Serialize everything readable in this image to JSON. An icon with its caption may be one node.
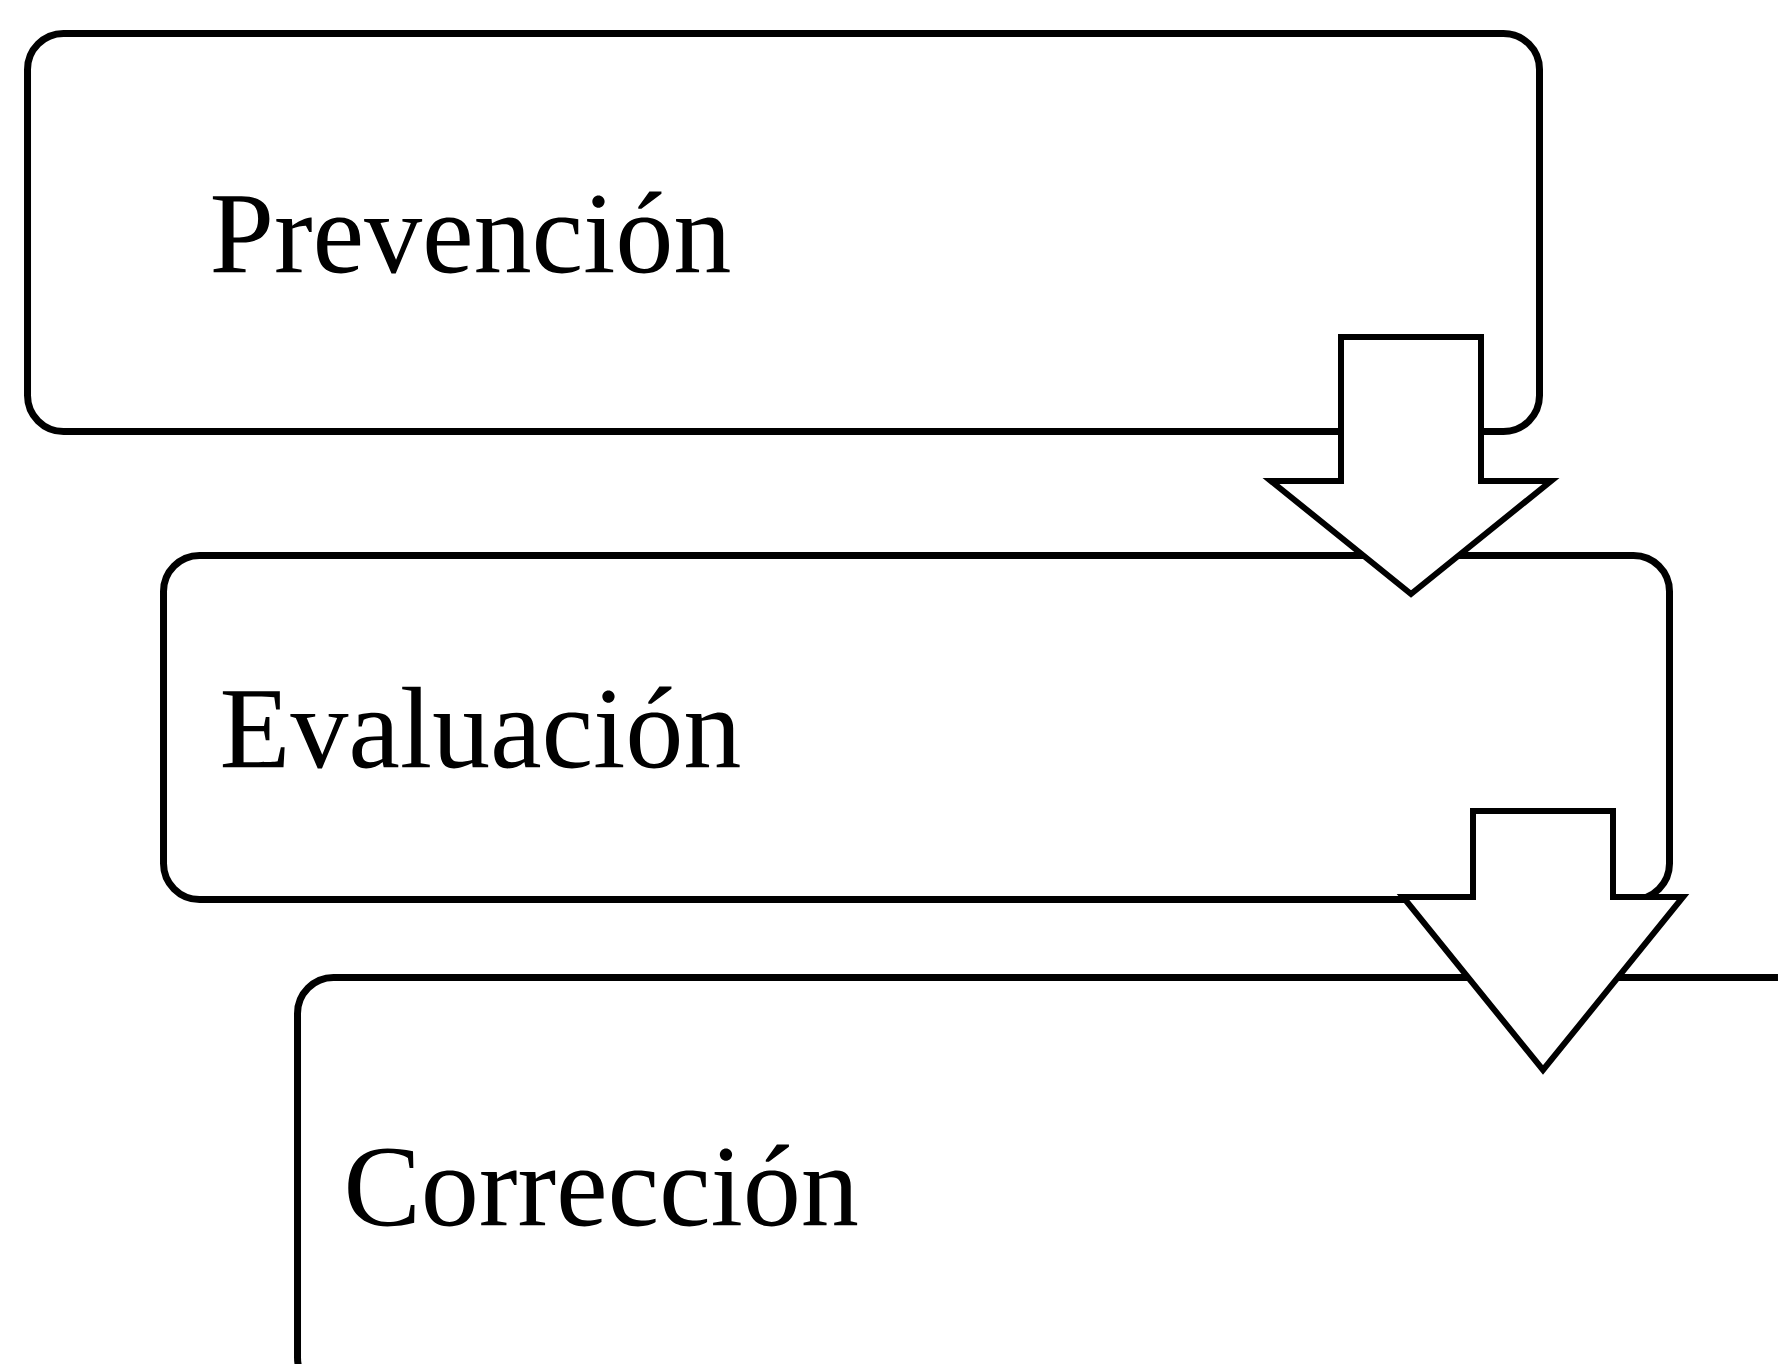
{
  "diagram": {
    "nodes": [
      {
        "text": [
          "Prevención"
        ]
      },
      {
        "text": [
          "Evaluación"
        ]
      },
      {
        "text": [
          "Corrección"
        ]
      }
    ],
    "edges": [
      {
        "from": 0,
        "to": 1,
        "arrow": "to"
      },
      {
        "from": 1,
        "to": 2,
        "arrow": "to"
      }
    ]
  }
}
